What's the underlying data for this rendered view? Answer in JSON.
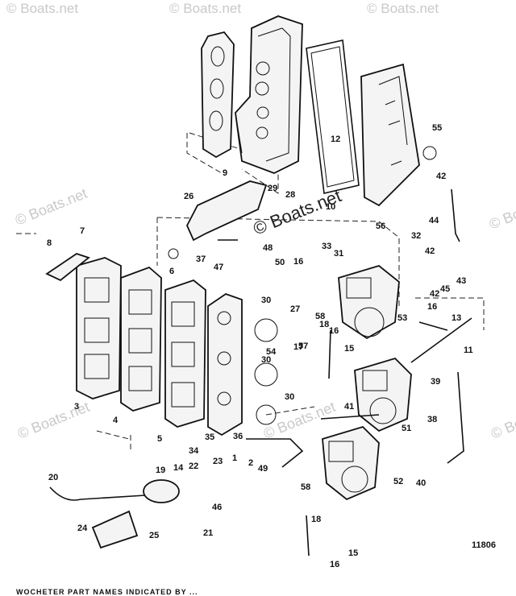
{
  "watermarks": {
    "main": "© Boats.net",
    "faint": "© Boats.net"
  },
  "figure_code": "11806",
  "footer_text": "WOCHETER PART NAMES INDICATED BY ...",
  "callouts": [
    "1",
    "2",
    "3",
    "4",
    "5",
    "6",
    "7",
    "8",
    "9",
    "10",
    "11",
    "12",
    "13",
    "14",
    "15",
    "15",
    "16",
    "16",
    "16",
    "16",
    "17",
    "18",
    "18",
    "19",
    "20",
    "21",
    "22",
    "23",
    "24",
    "25",
    "26",
    "27",
    "28",
    "29",
    "30",
    "30",
    "30",
    "31",
    "32",
    "33",
    "34",
    "35",
    "36",
    "37",
    "38",
    "39",
    "40",
    "41",
    "42",
    "42",
    "42",
    "43",
    "44",
    "45",
    "46",
    "47",
    "48",
    "49",
    "50",
    "51",
    "52",
    "53",
    "54",
    "55",
    "56",
    "57",
    "58",
    "58"
  ]
}
